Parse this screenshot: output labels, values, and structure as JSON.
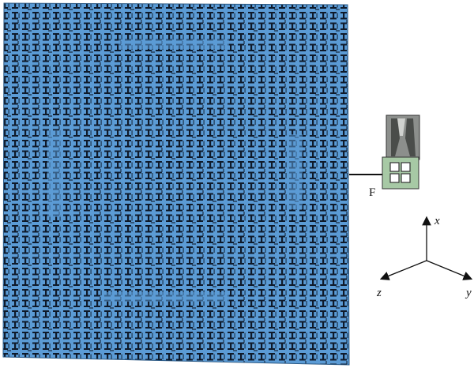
{
  "colors": {
    "panel_fill": "#5b9bd5",
    "cell_ink": "#0f1a2a",
    "feed_body": "#8c8f8c",
    "feed_patch": "#a7c9a5",
    "line": "#111111",
    "label": "#111111"
  },
  "panel": {
    "element": "metasurface-unit-cell-array",
    "icon": "i-beam-cell-icon"
  },
  "feed": {
    "label": "F",
    "icon": "feed-horn-icon",
    "patch_icon": "patch-array-icon"
  },
  "axes": {
    "x_label": "x",
    "y_label": "y",
    "z_label": "z"
  }
}
